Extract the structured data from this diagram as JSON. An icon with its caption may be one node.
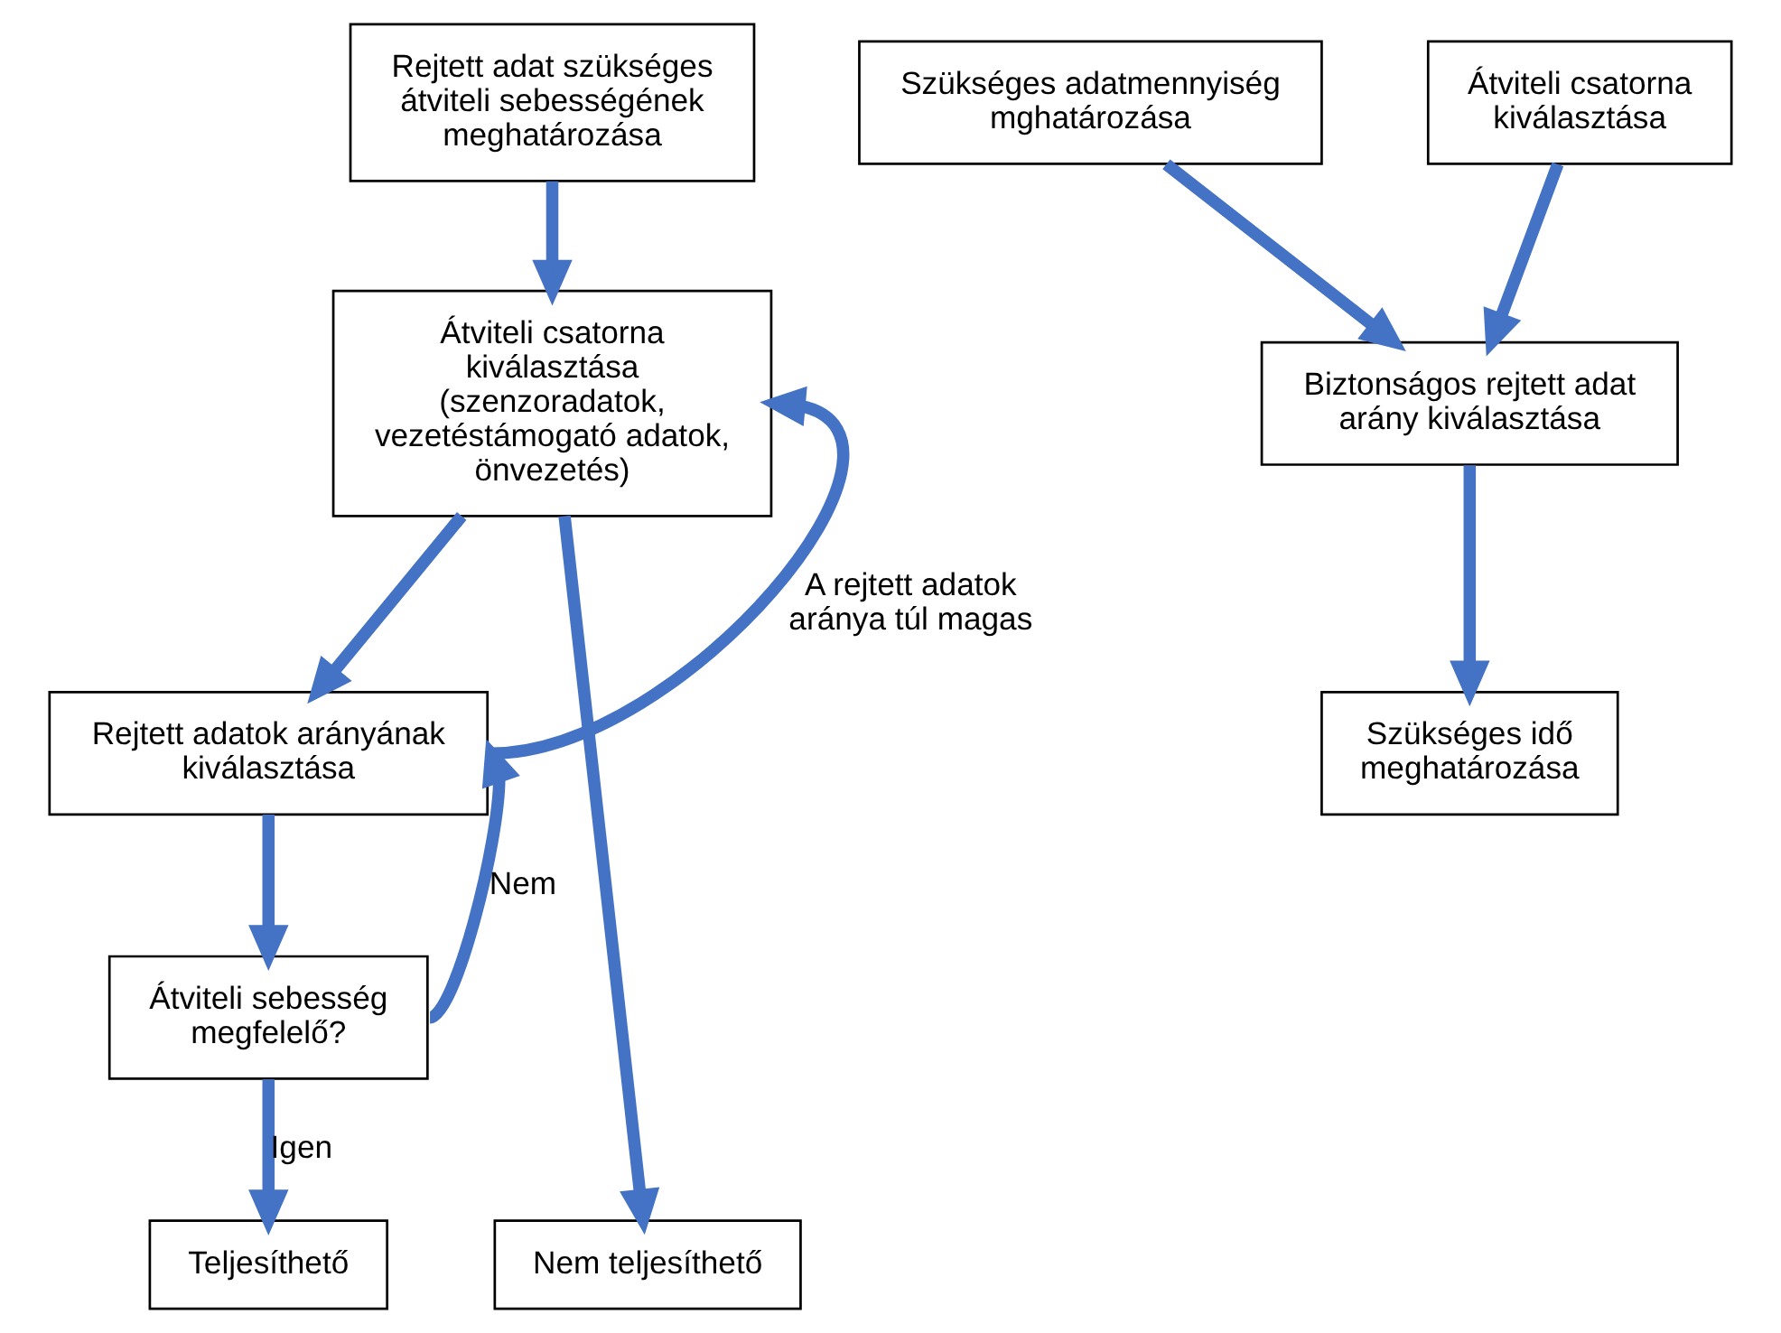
{
  "diagram": {
    "nodes": [
      {
        "text": [
          "Rejtett adat szükséges átviteli sebességének meghatározása"
        ]
      },
      {
        "text": [
          "Átviteli csatorna kiválasztása (szenzoradatok, vezetéstámogató adatok, önvezetés)"
        ]
      },
      {
        "text": [
          "Rejtett adatok arányának kiválasztása"
        ]
      },
      {
        "text": [
          "Átviteli sebesség megfelelő?"
        ]
      },
      {
        "text": [
          "Nem teljesíthető"
        ]
      },
      {
        "text": [
          "Teljesíthető"
        ]
      },
      {
        "text": [
          "Szükséges adatmennyiség mghatározása"
        ]
      },
      {
        "text": [
          "Átviteli csatorna kiválasztása"
        ]
      },
      {
        "text": [
          "Biztonságos rejtett adat arány kiválasztása"
        ]
      },
      {
        "text": [
          "Szükséges idő meghatározása"
        ]
      }
    ],
    "edges": [
      {
        "from": 0,
        "to": 1,
        "arrow": "to"
      },
      {
        "from": 1,
        "to": 2,
        "arrow": "to"
      },
      {
        "from": 2,
        "to": 1,
        "arrow": "to",
        "label": "A rejtett adatok aránya túl magas"
      },
      {
        "from": 2,
        "to": 3,
        "arrow": "to"
      },
      {
        "from": 3,
        "to": 2,
        "arrow": "to",
        "label": "Nem"
      },
      {
        "from": 3,
        "to": 5,
        "arrow": "to",
        "label": "Igen"
      },
      {
        "from": 1,
        "to": 4,
        "arrow": "to"
      },
      {
        "from": 6,
        "to": 8,
        "arrow": "to"
      },
      {
        "from": 7,
        "to": 8,
        "arrow": "to"
      },
      {
        "from": 8,
        "to": 9,
        "arrow": "to"
      }
    ]
  }
}
